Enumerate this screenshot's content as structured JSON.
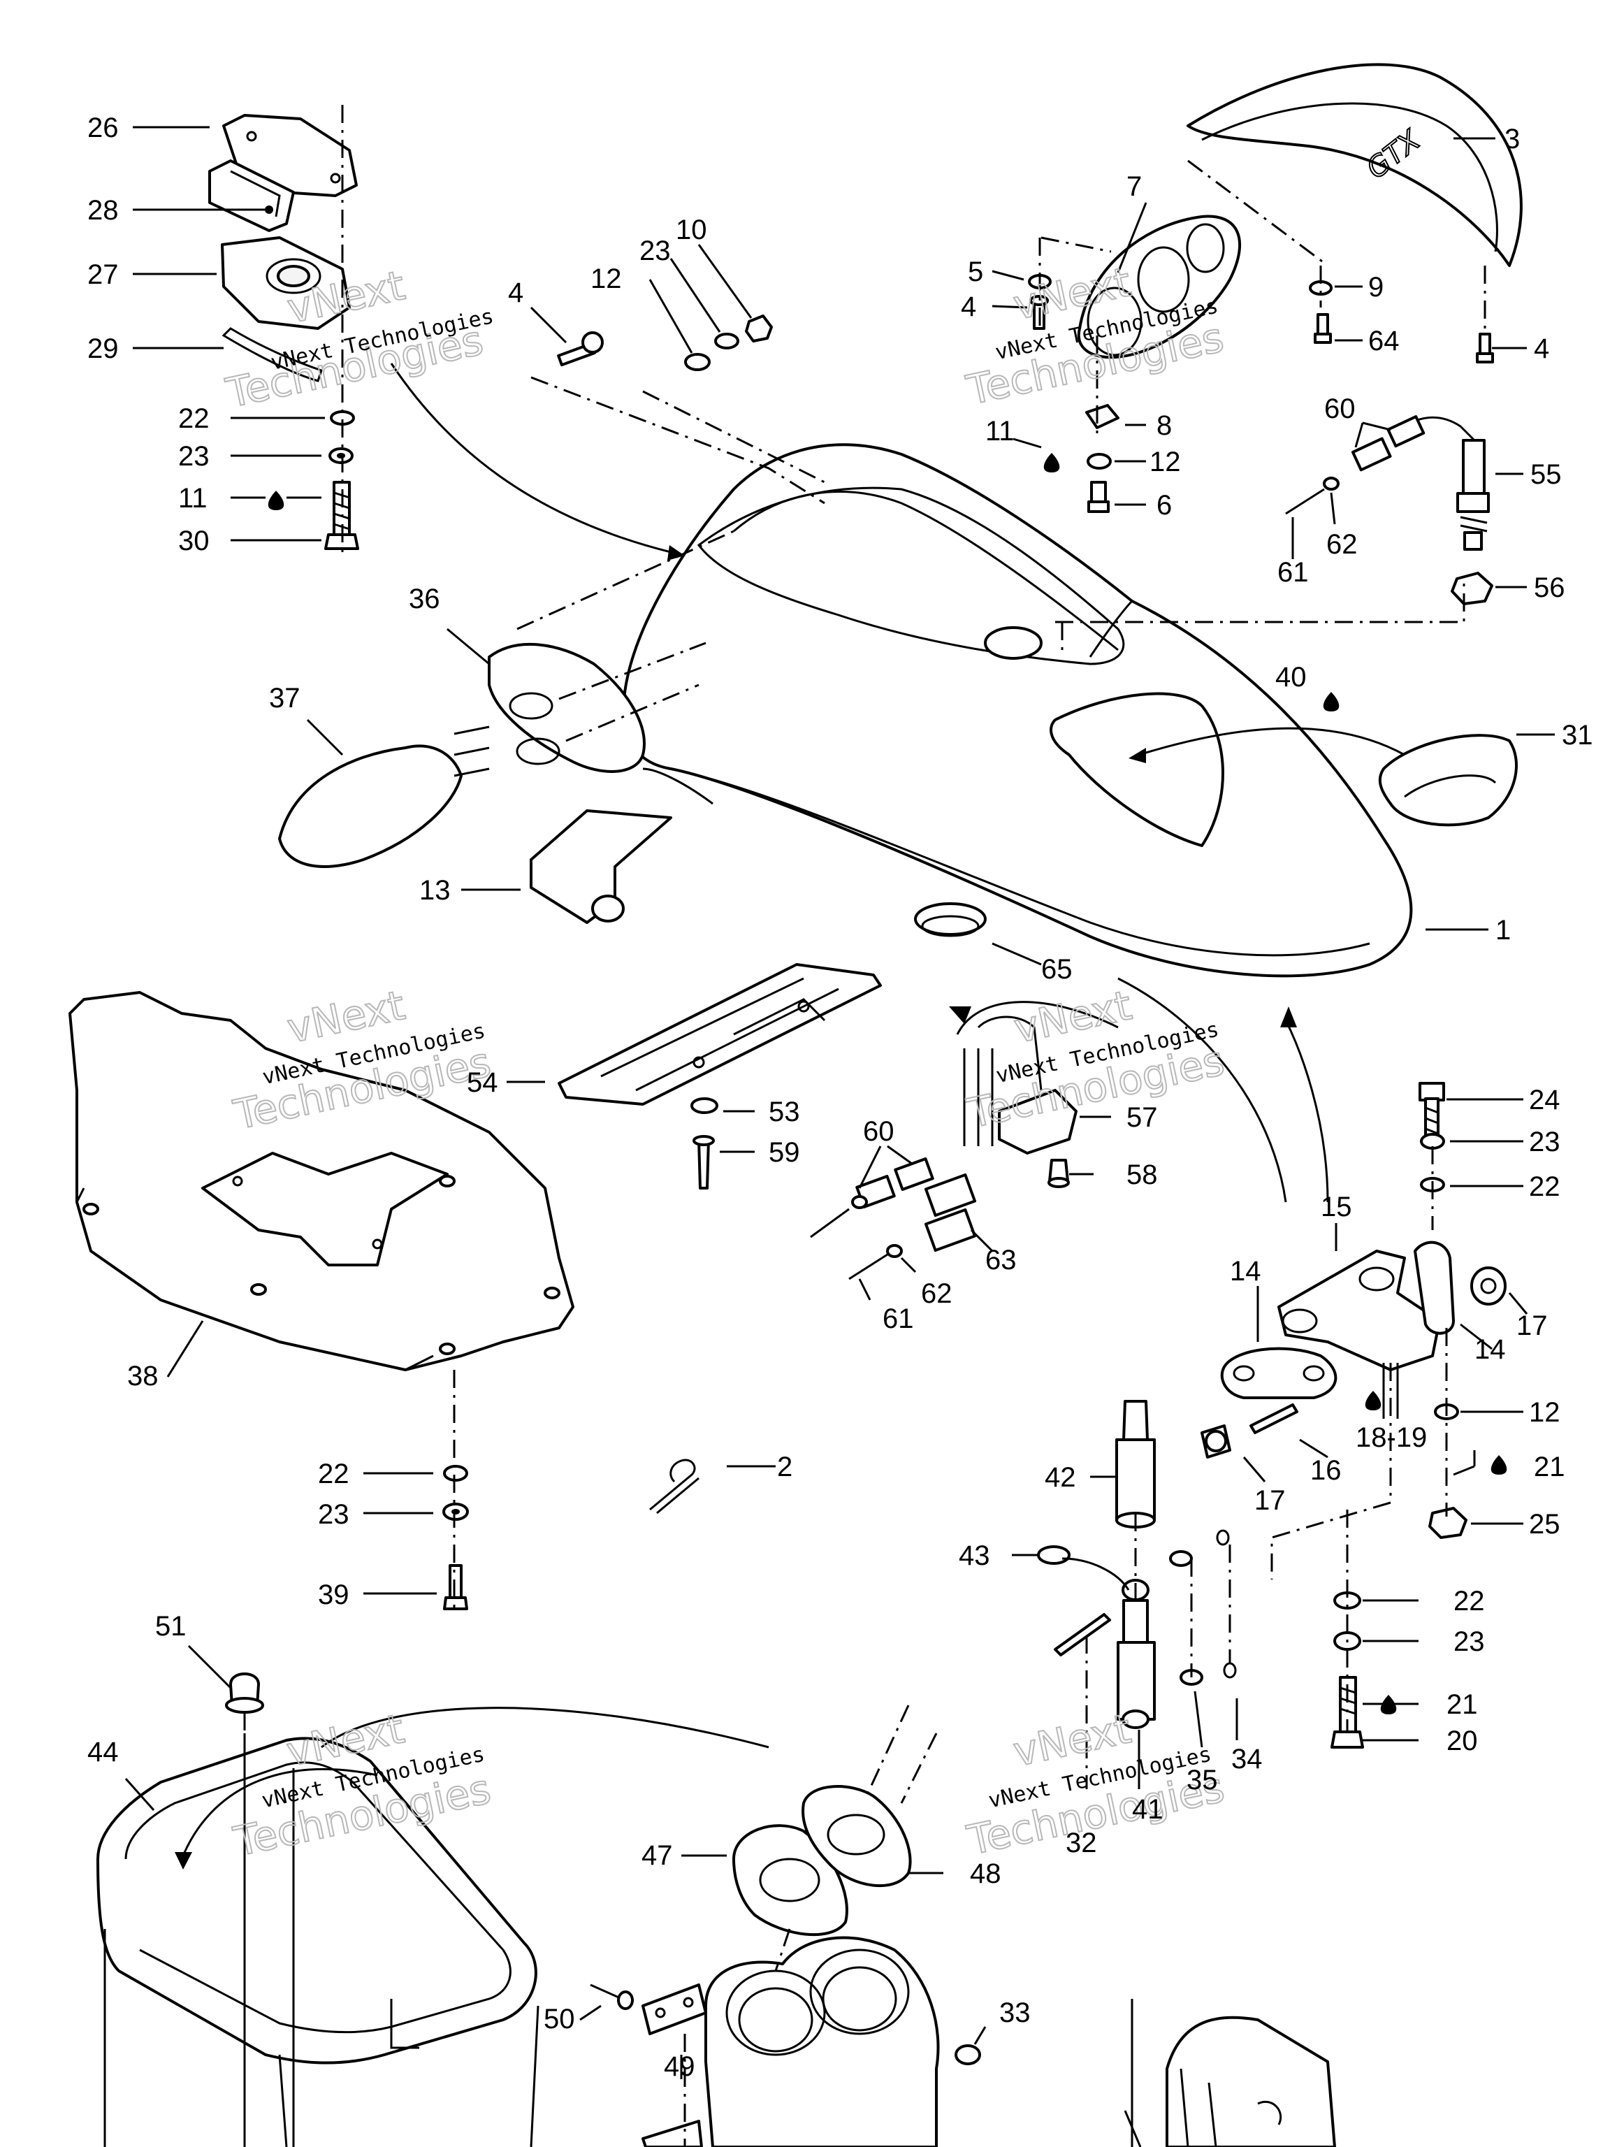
{
  "watermark": {
    "line1": "vNext Technologies",
    "line2": "Technologies",
    "overlay": "vNext"
  },
  "hood_emblem": "GTX",
  "callouts": [
    "26",
    "28",
    "27",
    "29",
    "22",
    "23",
    "11",
    "30",
    "4",
    "12",
    "23",
    "10",
    "7",
    "5",
    "4",
    "8",
    "11",
    "12",
    "6",
    "3",
    "9",
    "64",
    "4",
    "60",
    "55",
    "62",
    "61",
    "56",
    "36",
    "37",
    "13",
    "40",
    "31",
    "1",
    "65",
    "54",
    "53",
    "59",
    "60",
    "57",
    "58",
    "63",
    "62",
    "61",
    "38",
    "22",
    "23",
    "39",
    "2",
    "24",
    "23",
    "22",
    "15",
    "14",
    "17",
    "14",
    "18-19",
    "12",
    "16",
    "17",
    "21",
    "25",
    "42",
    "43",
    "22",
    "23",
    "21",
    "20",
    "34",
    "35",
    "41",
    "32",
    "51",
    "44",
    "47",
    "48",
    "33",
    "50",
    "49"
  ],
  "colors": {
    "ink": "#000000",
    "paper": "#ffffff",
    "watermark": "#b8b8b8"
  }
}
